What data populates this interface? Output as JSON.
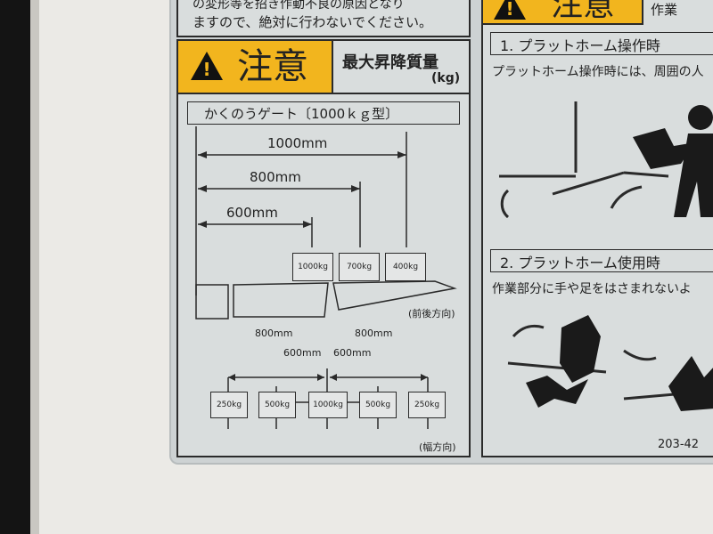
{
  "top_note": {
    "line1": "の変形等を招き作動不良の原因となり",
    "line2": "ますので、絶対に行わないでください。"
  },
  "left_panel": {
    "caution_title": "注意",
    "max_load_label": "最大昇降質量",
    "unit": "(kg)",
    "gate_type": "かくのうゲート〔1000ｋｇ型〕",
    "front_back": {
      "distances": [
        "1000mm",
        "800mm",
        "600mm"
      ],
      "weights": [
        "1000kg",
        "700kg",
        "400kg"
      ],
      "direction": "(前後方向)"
    },
    "width": {
      "outer_distances": [
        "800mm",
        "800mm"
      ],
      "inner_distances": [
        "600mm",
        "600mm"
      ],
      "weights": [
        "250kg",
        "500kg",
        "1000kg",
        "500kg",
        "250kg"
      ],
      "direction": "(幅方向)"
    }
  },
  "right_panel": {
    "caution_title": "注意",
    "header_text": "作業",
    "section1": {
      "title": "1. プラットホーム操作時",
      "text": "プラットホーム操作時には、周囲の人"
    },
    "section2": {
      "title": "2. プラットホーム使用時",
      "text": "作業部分に手や足をはさまれないよ"
    },
    "code": "203-42"
  },
  "colors": {
    "warning_yellow": "#f2b51e",
    "label_gray": "#cdd2d3",
    "ink": "#2a2a2a"
  },
  "icons": [
    "warning-triangle-icon",
    "weight-icon",
    "hand-pinch-icon",
    "person-pinch-icon"
  ]
}
